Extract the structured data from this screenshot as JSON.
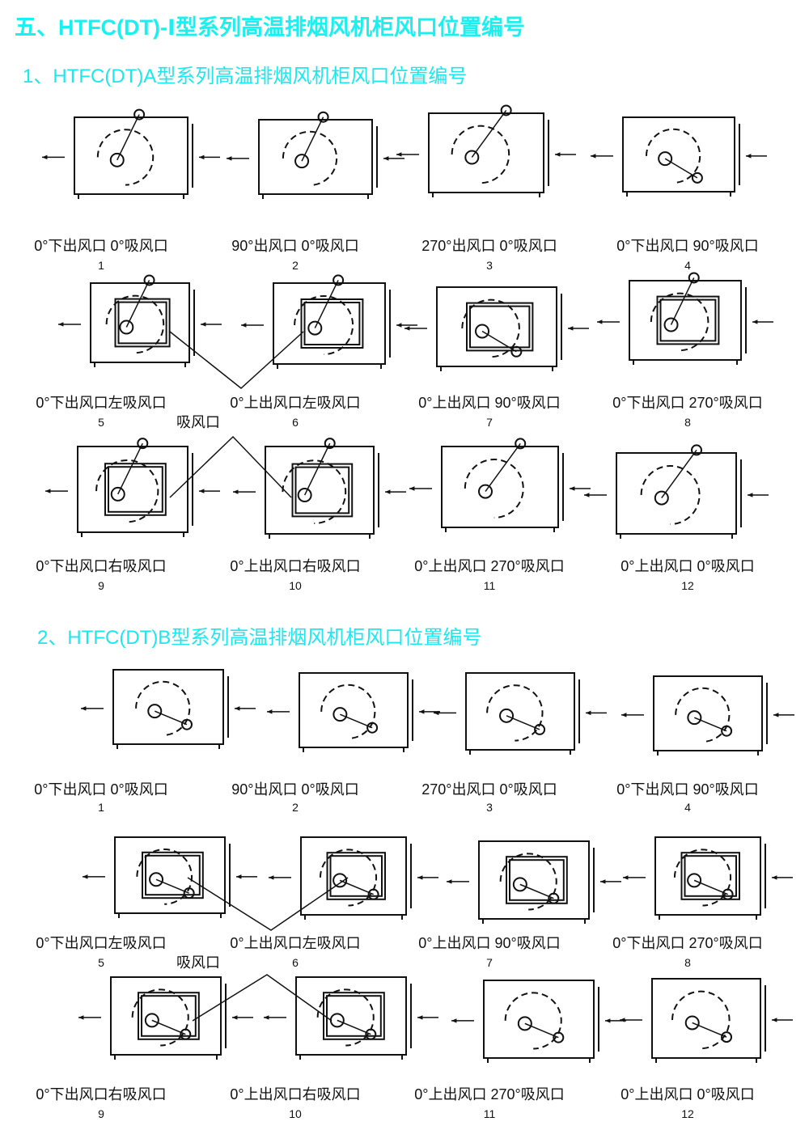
{
  "title": "五、HTFC(DT)-Ⅰ型系列高温排烟风机柜风口位置编号",
  "sectionA": {
    "title": "1、HTFC(DT)A型系列高温排烟风机柜风口位置编号",
    "items": [
      {
        "num": "1",
        "label": "0°下出风口 0°吸风口"
      },
      {
        "num": "2",
        "label": "90°出风口 0°吸风口"
      },
      {
        "num": "3",
        "label": "270°出风口 0°吸风口"
      },
      {
        "num": "4",
        "label": "0°下出风口 90°吸风口"
      },
      {
        "num": "5",
        "label": "0°下出风口左吸风口"
      },
      {
        "num": "6",
        "label": "0°上出风口左吸风口"
      },
      {
        "num": "7",
        "label": "0°上出风口 90°吸风口"
      },
      {
        "num": "8",
        "label": "0°下出风口 270°吸风口"
      },
      {
        "num": "9",
        "label": "0°下出风口右吸风口"
      },
      {
        "num": "10",
        "label": "0°上出风口右吸风口"
      },
      {
        "num": "11",
        "label": "0°上出风口 270°吸风口"
      },
      {
        "num": "12",
        "label": "0°上出风口 0°吸风口"
      }
    ],
    "shared_label": "吸风口"
  },
  "sectionB": {
    "title": "2、HTFC(DT)B型系列高温排烟风机柜风口位置编号",
    "items": [
      {
        "num": "1",
        "label": "0°下出风口 0°吸风口"
      },
      {
        "num": "2",
        "label": "90°出风口 0°吸风口"
      },
      {
        "num": "3",
        "label": "270°出风口 0°吸风口"
      },
      {
        "num": "4",
        "label": "0°下出风口 90°吸风口"
      },
      {
        "num": "5",
        "label": "0°下出风口左吸风口"
      },
      {
        "num": "6",
        "label": "0°上出风口左吸风口"
      },
      {
        "num": "7",
        "label": "0°上出风口 90°吸风口"
      },
      {
        "num": "8",
        "label": "0°下出风口 270°吸风口"
      },
      {
        "num": "9",
        "label": "0°下出风口右吸风口"
      },
      {
        "num": "10",
        "label": "0°上出风口右吸风口"
      },
      {
        "num": "11",
        "label": "0°上出风口 270°吸风口"
      },
      {
        "num": "12",
        "label": "0°上出风口 0°吸风口"
      }
    ],
    "shared_label": "吸风口"
  },
  "colors": {
    "heading": "#19f0f0",
    "line": "#111111"
  }
}
